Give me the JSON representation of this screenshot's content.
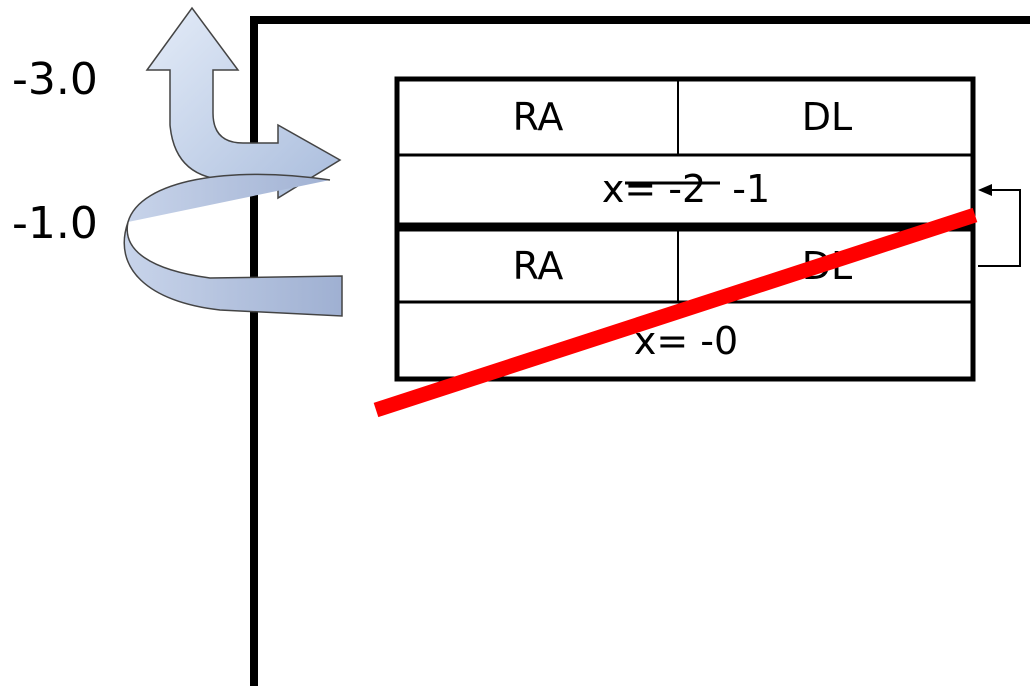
{
  "left_labels": {
    "top": "-3.0",
    "middle": "-1.0"
  },
  "frame_1": {
    "col_left": "RA",
    "col_right": "DL",
    "x_prefix": "x=",
    "x_old_value": "-2",
    "x_new_value": "-1"
  },
  "frame_2": {
    "col_left": "RA",
    "col_right": "DL",
    "x_prefix": "x=",
    "x_value": "-0"
  },
  "colors": {
    "strike_line": "#ff0000",
    "arrow_fill": "#c9d8ef",
    "arrow_stroke": "#444444",
    "border": "#000000"
  },
  "icons": [
    "curved-up-arrow-icon",
    "spiral-arrow-icon",
    "return-arrow-icon"
  ]
}
